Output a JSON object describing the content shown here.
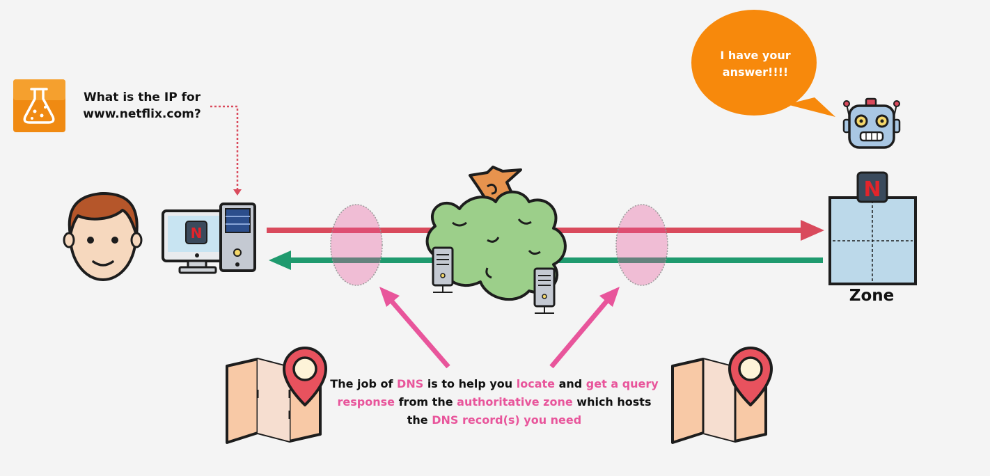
{
  "question": {
    "line1": "What is the IP for",
    "line2": "www.netflix.com?"
  },
  "speech_bubble": {
    "line1": "I have your",
    "line2": "answer!!!!"
  },
  "zone_label": "Zone",
  "caption": {
    "p1": "The job of ",
    "p2": "DNS",
    "p3": " is to help you ",
    "p4": "locate",
    "p5": " and ",
    "p6": "get a query response",
    "p7": " from the ",
    "p8": "authoritative zone",
    "p9": " which hosts the ",
    "p10": "DNS record(s) you need"
  },
  "colors": {
    "request_arrow": "#d94a5c",
    "response_arrow": "#1f9a6e",
    "highlight_text": "#e8559b",
    "pointer_arrow": "#e8559b",
    "speech_bubble": "#f7890c",
    "lab_icon": "#f08a12",
    "cloud": "#9ccf8a",
    "zone_fill": "#bcd9ea"
  },
  "icons": [
    "lab-flask-icon",
    "person-avatar-icon",
    "desktop-computer-icon",
    "netflix-icon",
    "dns-server-icon",
    "robot-icon",
    "map-pin-icon"
  ]
}
